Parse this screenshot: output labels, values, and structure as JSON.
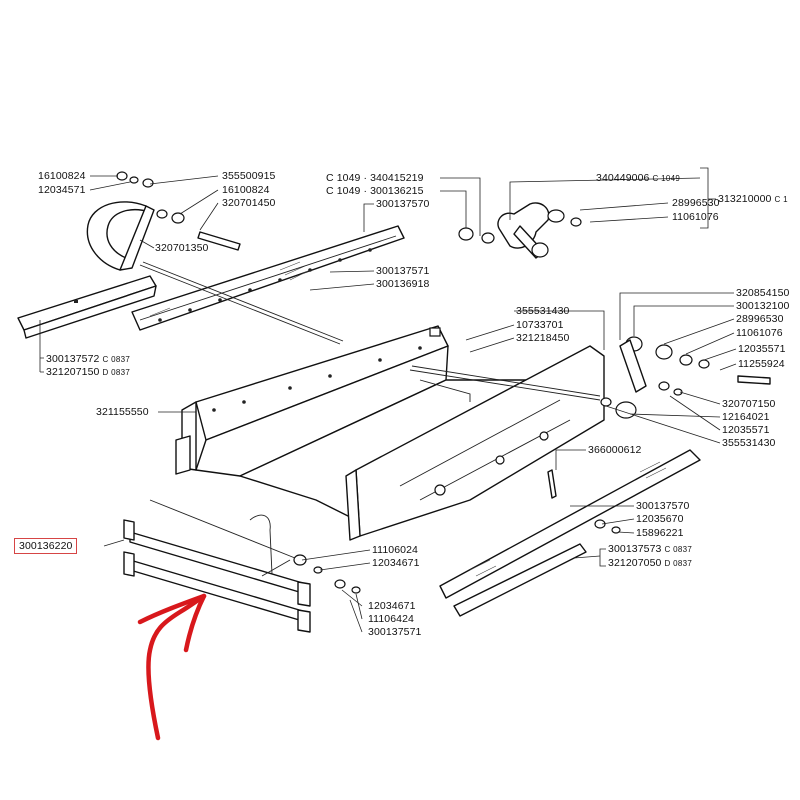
{
  "labels": {
    "p16100824a": "16100824",
    "p12034571a": "12034571",
    "p355500915": "355500915",
    "p16100824b": "16100824",
    "p320701450": "320701450",
    "p320701350": "320701350",
    "p300137572": "300137572",
    "p300137572_code": "C 0837",
    "p321207150": "321207150",
    "p321207150_code": "D 0837",
    "p340415219": "C 1049 · 340415219",
    "p300136215": "C 1049 · 300136215",
    "p300137570a": "300137570",
    "p300137571a": "300137571",
    "p300136918": "300136918",
    "p340449006": "340449006",
    "p340449006_code": "C 1049",
    "p28996530a": "28996530",
    "p11061076a": "11061076",
    "p313210000": "313210000",
    "p313210000_code": "C 1",
    "p355531430a": "355531430",
    "p10733701": "10733701",
    "p321218450": "321218450",
    "p321155550": "321155550",
    "p320854150": "320854150",
    "p300132100": "300132100",
    "p28996530b": "28996530",
    "p11061076b": "11061076",
    "p12035571a": "12035571",
    "p11255924": "11255924",
    "p320707150": "320707150",
    "p12164021": "12164021",
    "p12035571b": "12035571",
    "p355531430b": "355531430",
    "p366000612": "366000612",
    "p300137570b": "300137570",
    "p12035670": "12035670",
    "p15896221": "15896221",
    "p300137573": "300137573",
    "p300137573_code": "C 0837",
    "p321207050": "321207050",
    "p321207050_code": "D 0837",
    "p300136220": "300136220",
    "p11106024": "11106024",
    "p12034671a": "12034671",
    "p12034671b": "12034671",
    "p11106424": "11106424",
    "p300137571b": "300137571"
  },
  "colors": {
    "ink": "#111111",
    "highlight_box": "#d64545",
    "annotation_arrow": "#d8181c"
  }
}
